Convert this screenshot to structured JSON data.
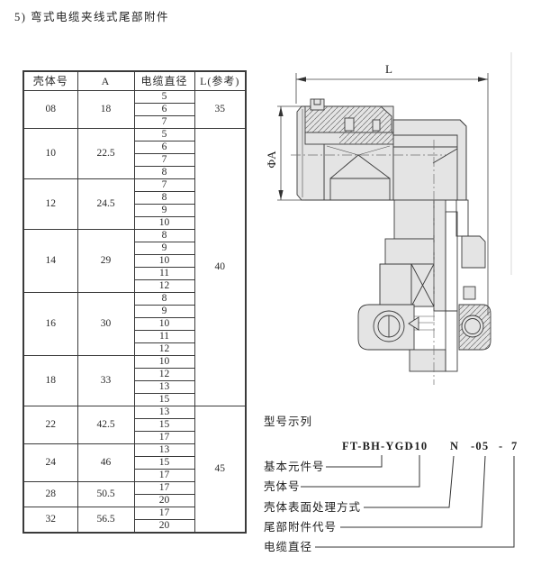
{
  "page": {
    "title": "5) 弯式电缆夹线式尾部附件"
  },
  "colors": {
    "ink": "#333333",
    "drawing_line": "#3b3b3b",
    "fill_gray": "#e4e4e4",
    "paper": "#ffffff"
  },
  "table": {
    "headers": [
      "壳体号",
      "A",
      "电缆直径",
      "L(参考)"
    ],
    "groups": [
      {
        "shell": "08",
        "a": "18",
        "diameters": [
          "5",
          "6",
          "7"
        ]
      },
      {
        "shell": "10",
        "a": "22.5",
        "diameters": [
          "5",
          "6",
          "7",
          "8"
        ]
      },
      {
        "shell": "12",
        "a": "24.5",
        "diameters": [
          "7",
          "8",
          "9",
          "10"
        ]
      },
      {
        "shell": "14",
        "a": "29",
        "diameters": [
          "8",
          "9",
          "10",
          "11",
          "12"
        ]
      },
      {
        "shell": "16",
        "a": "30",
        "diameters": [
          "8",
          "9",
          "10",
          "11",
          "12"
        ]
      },
      {
        "shell": "18",
        "a": "33",
        "diameters": [
          "10",
          "12",
          "13",
          "15"
        ]
      },
      {
        "shell": "22",
        "a": "42.5",
        "diameters": [
          "13",
          "15",
          "17"
        ]
      },
      {
        "shell": "24",
        "a": "46",
        "diameters": [
          "13",
          "15",
          "17"
        ]
      },
      {
        "shell": "28",
        "a": "50.5",
        "diameters": [
          "17",
          "20"
        ]
      },
      {
        "shell": "32",
        "a": "56.5",
        "diameters": [
          "17",
          "20"
        ]
      }
    ],
    "l_cells": [
      {
        "value": "35",
        "span_groups": [
          0
        ]
      },
      {
        "value": "40",
        "span_groups": [
          1,
          2,
          3,
          4,
          5
        ]
      },
      {
        "value": "45",
        "span_groups": [
          6,
          7,
          8,
          9
        ]
      }
    ]
  },
  "drawing": {
    "length_dim_label": "L",
    "diameter_dim_label": "ΦA"
  },
  "model": {
    "heading": "型号示列",
    "code_segments": [
      "FT-BH-YGD",
      "-10",
      "N",
      "-05",
      "-",
      "7"
    ],
    "labels": [
      "基本元件号",
      "壳体号",
      "壳体表面处理方式",
      "尾部附件代号",
      "电缆直径"
    ]
  }
}
